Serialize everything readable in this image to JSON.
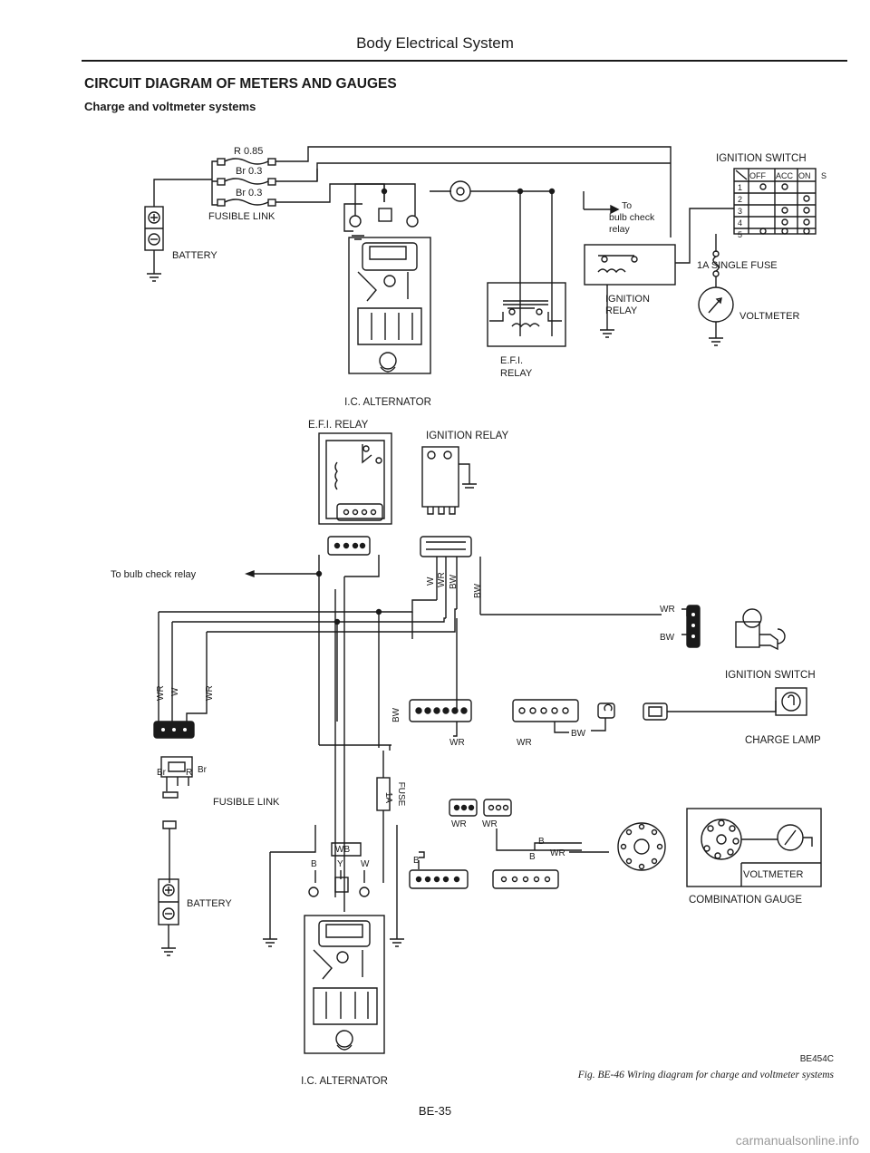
{
  "header": {
    "title": "Body Electrical System"
  },
  "section": {
    "title": "CIRCUIT DIAGRAM OF METERS AND GAUGES",
    "subtitle": "Charge and voltmeter systems"
  },
  "upper_diagram": {
    "fusible_link_labels": [
      "R 0.85",
      "Br 0.3",
      "Br 0.3"
    ],
    "fusible_link": "FUSIBLE LINK",
    "battery": "BATTERY",
    "alternator": "I.C. ALTERNATOR",
    "efi_relay": [
      "E.F.I.",
      "RELAY"
    ],
    "to_bulb_check": [
      "To",
      "bulb check",
      "relay"
    ],
    "ignition_relay": [
      "IGNITION",
      "RELAY"
    ],
    "ignition_switch": "IGNITION SWITCH",
    "switch_header": [
      "OFF",
      "ACC",
      "ON",
      "S"
    ],
    "switch_rows": [
      "1",
      "2",
      "3",
      "4",
      "5"
    ],
    "fuse": "1A SINGLE FUSE",
    "voltmeter": "VOLTMETER"
  },
  "lower_diagram": {
    "efi_relay": "E.F.I. RELAY",
    "ignition_relay": "IGNITION RELAY",
    "to_bulb_check": "To bulb check relay",
    "relay_wires": [
      "W",
      "WR",
      "BW",
      "BW"
    ],
    "left_wires": [
      "WR",
      "W",
      "WR"
    ],
    "fl_wires": [
      "Br",
      "R",
      "Br"
    ],
    "fusible_link": "FUSIBLE LINK",
    "battery": "BATTERY",
    "fuse": "FUSE",
    "fuse_rating": "1A",
    "alt_wires": [
      "WB",
      "B",
      "Y",
      "W"
    ],
    "conn_wires": [
      "BW",
      "WR",
      "WR",
      "BW",
      "WR",
      "WR",
      "B",
      "B",
      "WR",
      "B"
    ],
    "switch_wires": [
      "WR",
      "BW"
    ],
    "ignition_switch": "IGNITION SWITCH",
    "charge_lamp": "CHARGE LAMP",
    "voltmeter": "VOLTMETER",
    "combination_gauge": "COMBINATION GAUGE",
    "alternator": "I.C. ALTERNATOR"
  },
  "footer": {
    "code": "BE454C",
    "caption": "Fig. BE-46 Wiring diagram for charge and voltmeter systems",
    "page": "BE-35",
    "watermark": "carmanualsonline.info"
  },
  "colors": {
    "ink": "#1a1a1a",
    "watermark": "#9a9a9a"
  }
}
